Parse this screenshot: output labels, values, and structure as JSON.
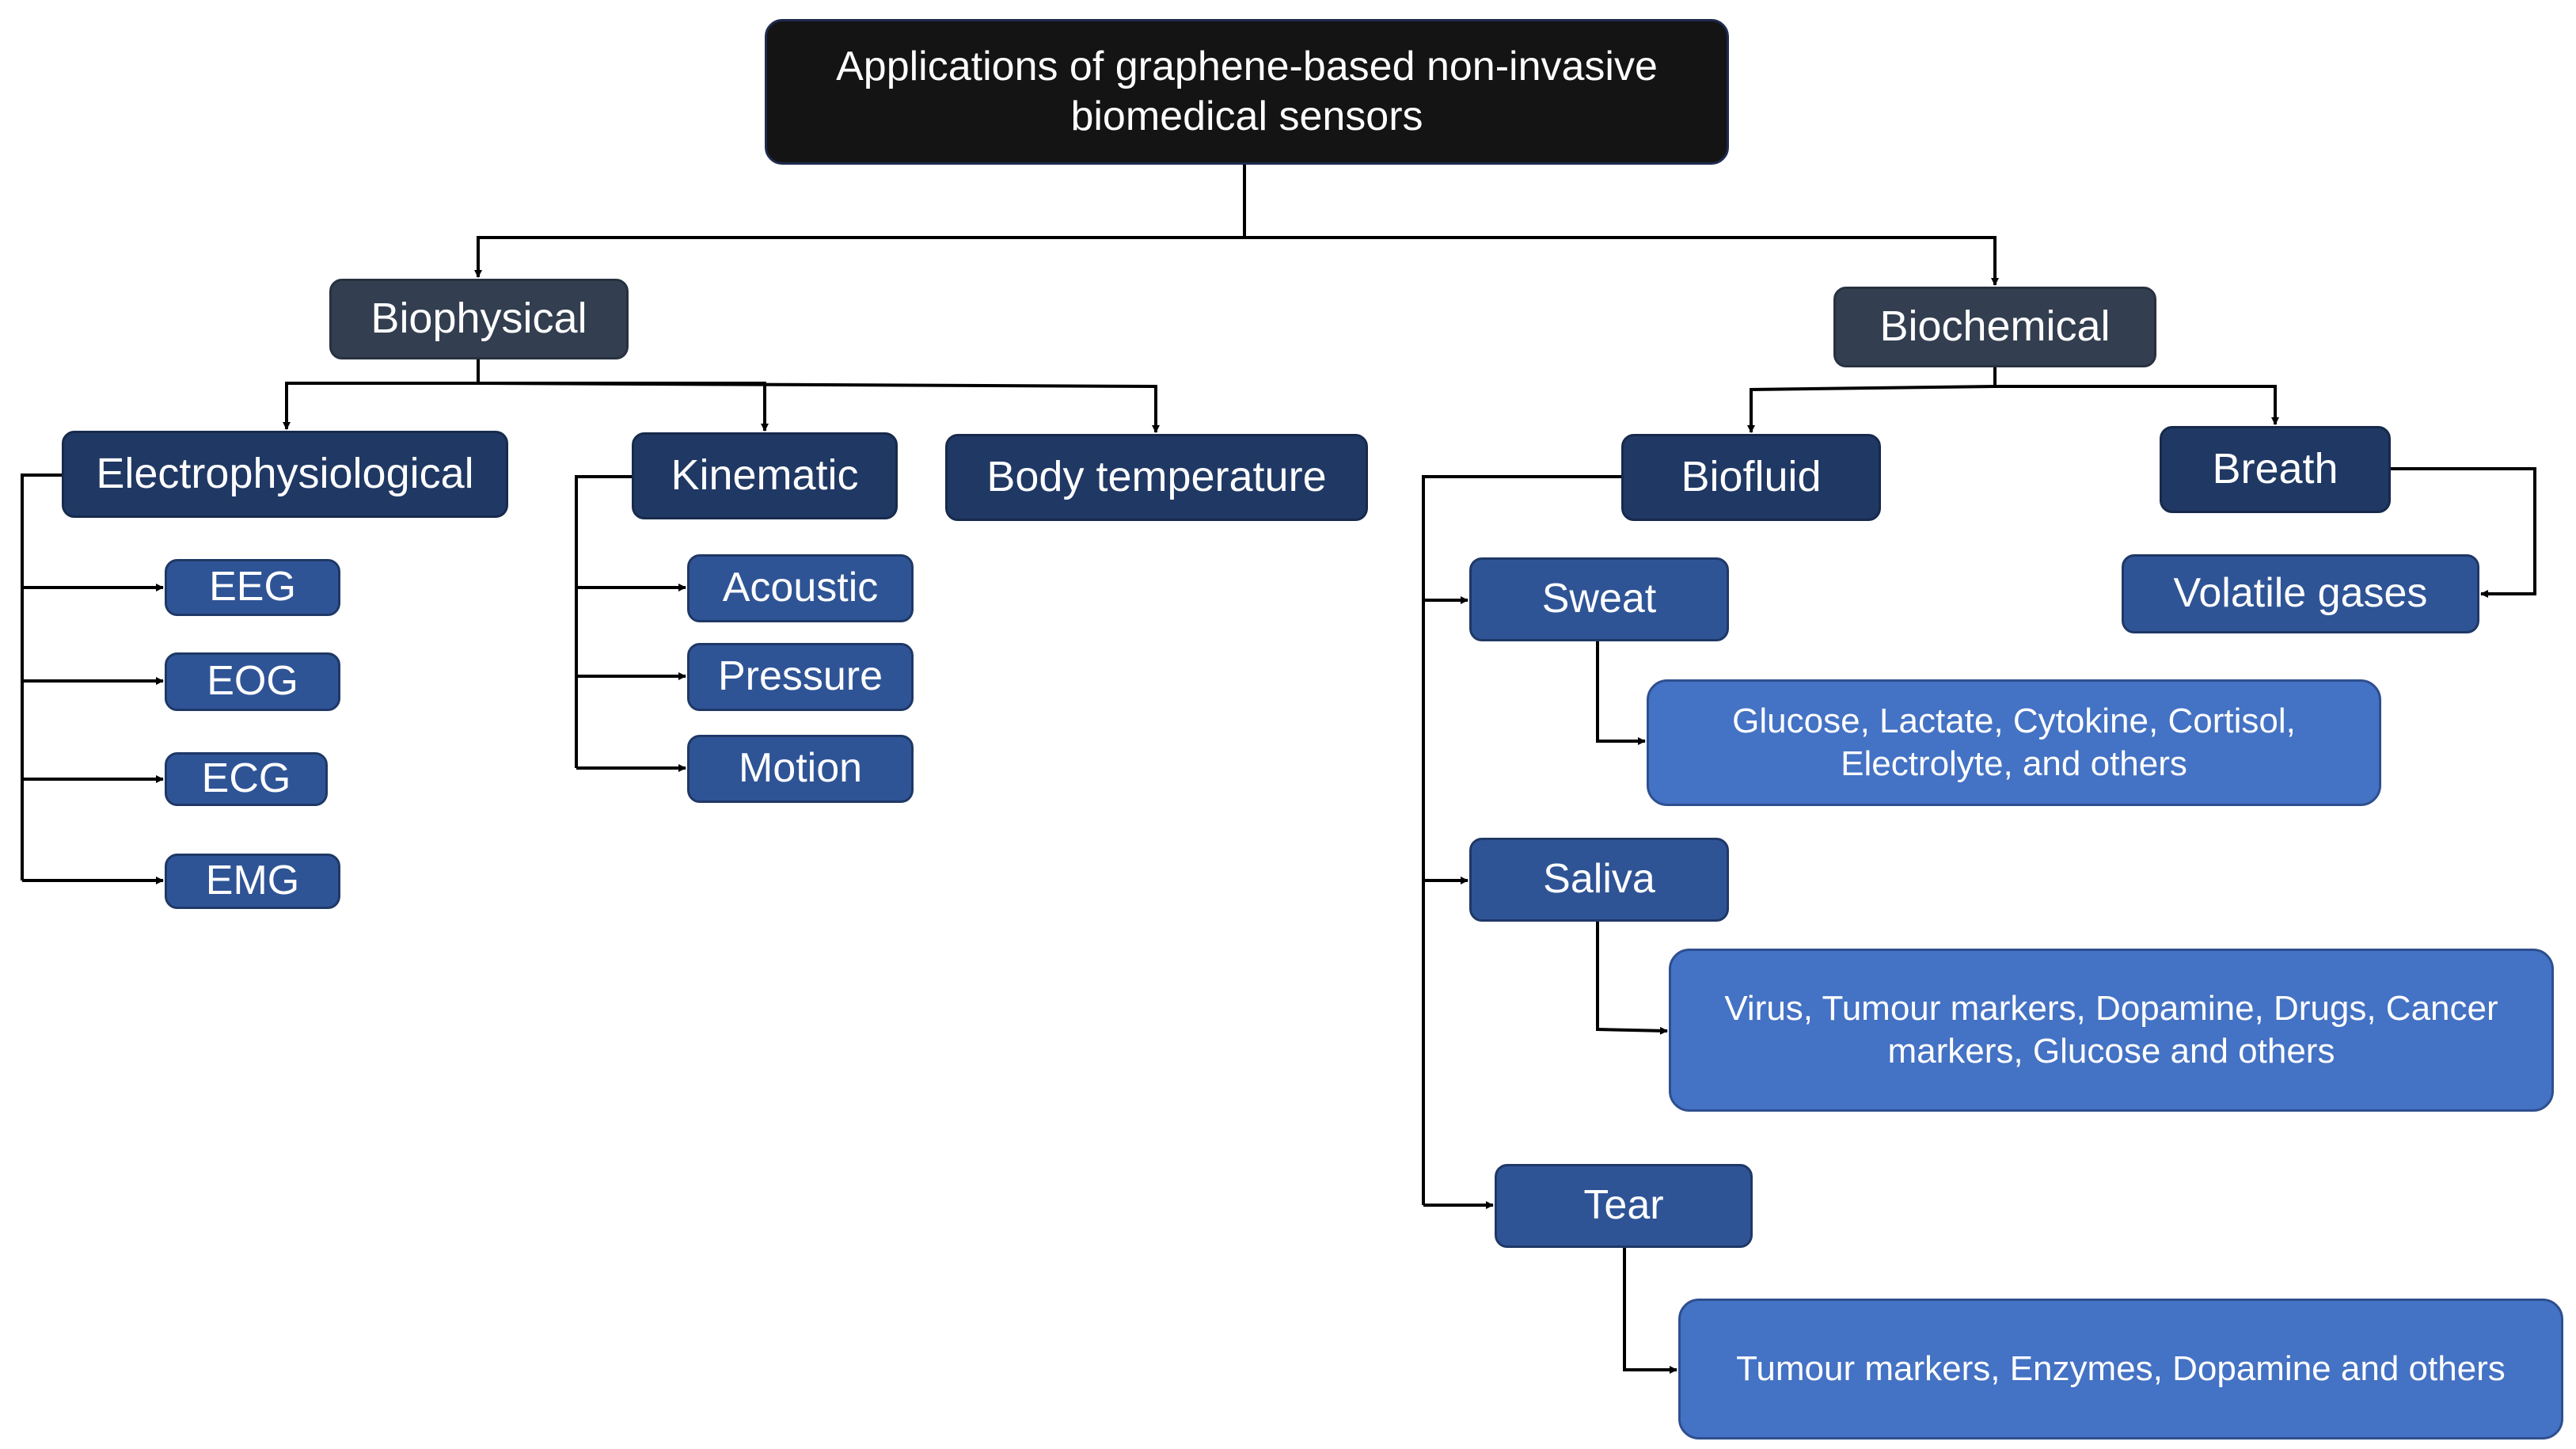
{
  "title": "Applications of graphene-based non-invasive biomedical sensors",
  "colors": {
    "root": "#141414",
    "category": "#333f50",
    "subcategory": "#203864",
    "leaf": "#2f5496",
    "detail": "#4472c4",
    "connector": "#000000"
  },
  "categories": {
    "biophysical": {
      "label": "Biophysical",
      "electrophysiological": {
        "label": "Electrophysiological",
        "items": [
          "EEG",
          "EOG",
          "ECG",
          "EMG"
        ]
      },
      "kinematic": {
        "label": "Kinematic",
        "items": [
          "Acoustic",
          "Pressure",
          "Motion"
        ]
      },
      "body_temperature": {
        "label": "Body temperature"
      }
    },
    "biochemical": {
      "label": "Biochemical",
      "biofluid": {
        "label": "Biofluid",
        "sweat": {
          "label": "Sweat",
          "analytes": "Glucose, Lactate, Cytokine, Cortisol, Electrolyte, and others"
        },
        "saliva": {
          "label": "Saliva",
          "analytes": "Virus, Tumour markers, Dopamine, Drugs, Cancer markers, Glucose and others"
        },
        "tear": {
          "label": "Tear",
          "analytes": "Tumour markers, Enzymes, Dopamine and others"
        }
      },
      "breath": {
        "label": "Breath",
        "items": [
          "Volatile gases"
        ]
      }
    }
  }
}
